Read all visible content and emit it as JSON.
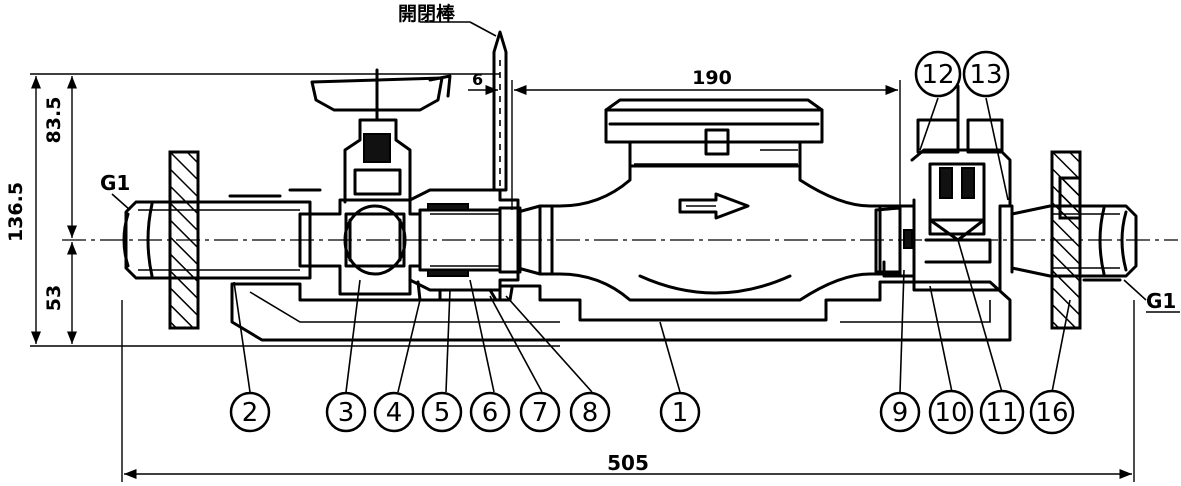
{
  "labels": {
    "rod": "開閉棒",
    "dim_overall": "505",
    "dim_meter": "190",
    "dim_gap": "6",
    "dim_height_total": "136.5",
    "dim_height_upper": "83.5",
    "dim_height_lower": "53",
    "thread_left": "G1",
    "thread_right": "G1"
  },
  "parts": [
    "1",
    "2",
    "3",
    "4",
    "5",
    "6",
    "7",
    "8",
    "9",
    "10",
    "11",
    "12",
    "13",
    "16"
  ]
}
